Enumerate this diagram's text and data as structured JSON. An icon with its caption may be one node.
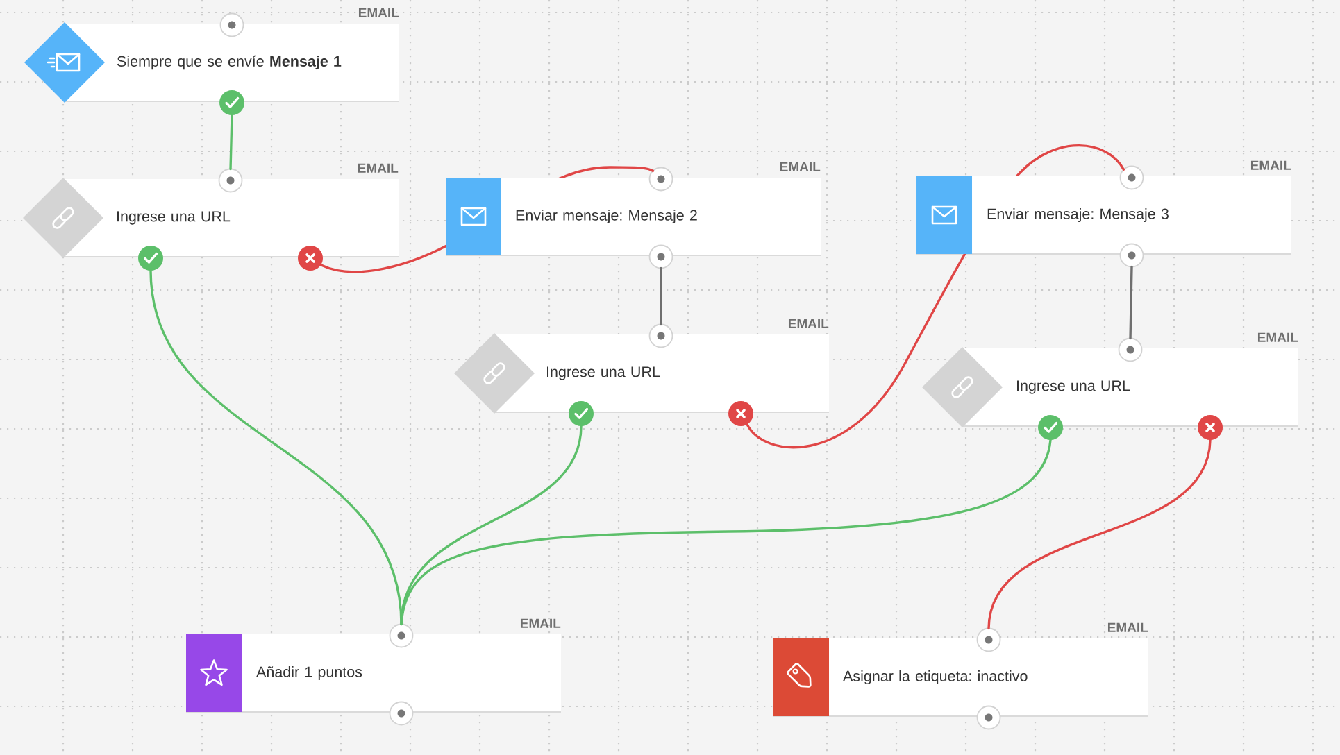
{
  "diagram": {
    "nodes": [
      {
        "text": [
          "EMAIL",
          "Siempre que se envíe **Mensaje 1**"
        ]
      },
      {
        "text": [
          "EMAIL",
          "Ingrese una URL"
        ]
      },
      {
        "text": [
          "EMAIL",
          "Enviar mensaje: Mensaje 2"
        ]
      },
      {
        "text": [
          "EMAIL",
          "Ingrese una URL"
        ]
      },
      {
        "text": [
          "EMAIL",
          "Enviar mensaje: Mensaje 3"
        ]
      },
      {
        "text": [
          "EMAIL",
          "Ingrese una URL"
        ]
      },
      {
        "text": [
          "EMAIL",
          "Añadir 1 puntos"
        ]
      },
      {
        "text": [
          "EMAIL",
          "Asignar la etiqueta: inactivo"
        ]
      }
    ],
    "edges": [
      {
        "from": 0,
        "to": 1,
        "arrow": "none"
      },
      {
        "from": 1,
        "to": 2,
        "arrow": "none",
        "color": "#e04646"
      },
      {
        "from": 2,
        "to": 3,
        "arrow": "none",
        "color": "#6f6f6f"
      },
      {
        "from": 3,
        "to": 4,
        "arrow": "none",
        "color": "#e04646"
      },
      {
        "from": 4,
        "to": 5,
        "arrow": "none",
        "color": "#6f6f6f"
      },
      {
        "from": 1,
        "to": 6,
        "arrow": "none"
      },
      {
        "from": 3,
        "to": 6,
        "arrow": "none"
      },
      {
        "from": 5,
        "to": 6,
        "arrow": "none"
      },
      {
        "from": 5,
        "to": 7,
        "arrow": "none",
        "color": "#e04646"
      }
    ]
  }
}
